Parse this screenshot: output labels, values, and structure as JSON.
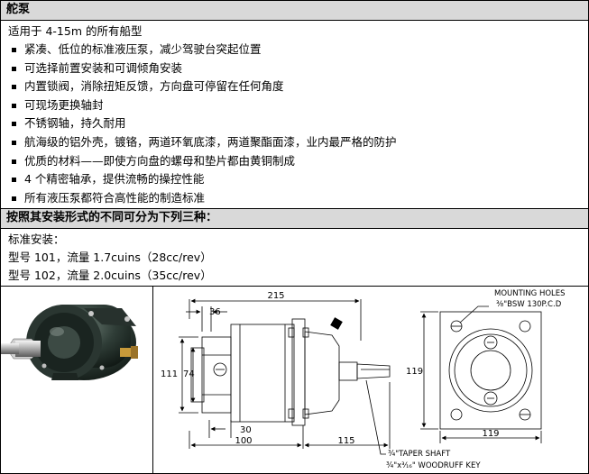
{
  "title": "舵泵",
  "intro": "适用于 4-15m 的所有船型",
  "features": [
    "紧凑、低位的标准液压泵，减少驾驶台突起位置",
    "可选择前置安装和可调倾角安装",
    "内置锁阀，消除扭矩反馈，方向盘可停留在任何角度",
    "可现场更换轴封",
    "不锈钢轴，持久耐用",
    "航海级的铝外壳，镀铬，两道环氧底漆，两道聚酯面漆，业内最严格的防护",
    "优质的材料——即使方向盘的螺母和垫片都由黄铜制成",
    "4 个精密轴承，提供流畅的操控性能",
    "所有液压泵都符合高性能的制造标准"
  ],
  "section2_title": "按照其安装形式的不同可分为下列三种：",
  "standard_label": "标准安装：",
  "models": [
    "型号 101，流量 1.7cuins（28cc/rev）",
    "型号 102，流量 2.0cuins（35cc/rev）"
  ],
  "drawing": {
    "dim_215": "215",
    "dim_36": "36",
    "dim_111": "111",
    "dim_74": "74",
    "dim_30": "30",
    "dim_100": "100",
    "dim_115": "115",
    "dim_119_v": "119",
    "dim_119_h": "119",
    "mounting_1": "MOUNTING HOLES",
    "mounting_2": "⅜\"BSW 130P.C.D",
    "taper": "¾\"TAPER SHAFT",
    "woodruff": "¾\"x³⁄₁₆\" WOODRUFF KEY"
  }
}
